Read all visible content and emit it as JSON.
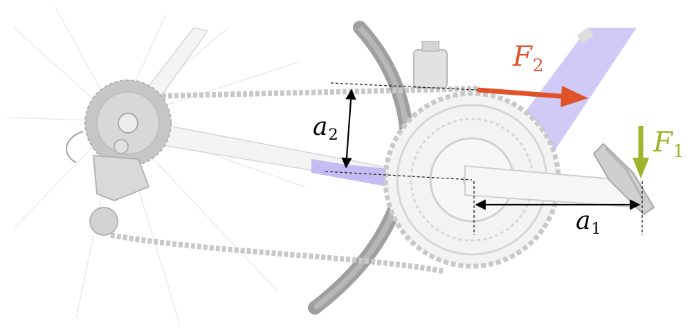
{
  "labels": {
    "f2": {
      "symbol": "F",
      "subscript": "2"
    },
    "f1": {
      "symbol": "F",
      "subscript": "1"
    },
    "a2": {
      "symbol": "a",
      "subscript": "2"
    },
    "a1": {
      "symbol": "a",
      "subscript": "1"
    }
  },
  "colors": {
    "force_f2": "#e0522a",
    "force_f1": "#9cb52a",
    "lever_highlight": "#b9aef0",
    "dimension_lines": "#000000",
    "bike_outline": "#cfcfcf",
    "bike_fill": "#f1f1f1",
    "tire": "#8c8c8c"
  },
  "icons": [
    "rear-cassette",
    "rear-derailleur",
    "front-derailleur",
    "chainring",
    "crank-arm",
    "pedal",
    "chain",
    "rear-wheel",
    "front-wheel-tire",
    "frame-tube"
  ]
}
